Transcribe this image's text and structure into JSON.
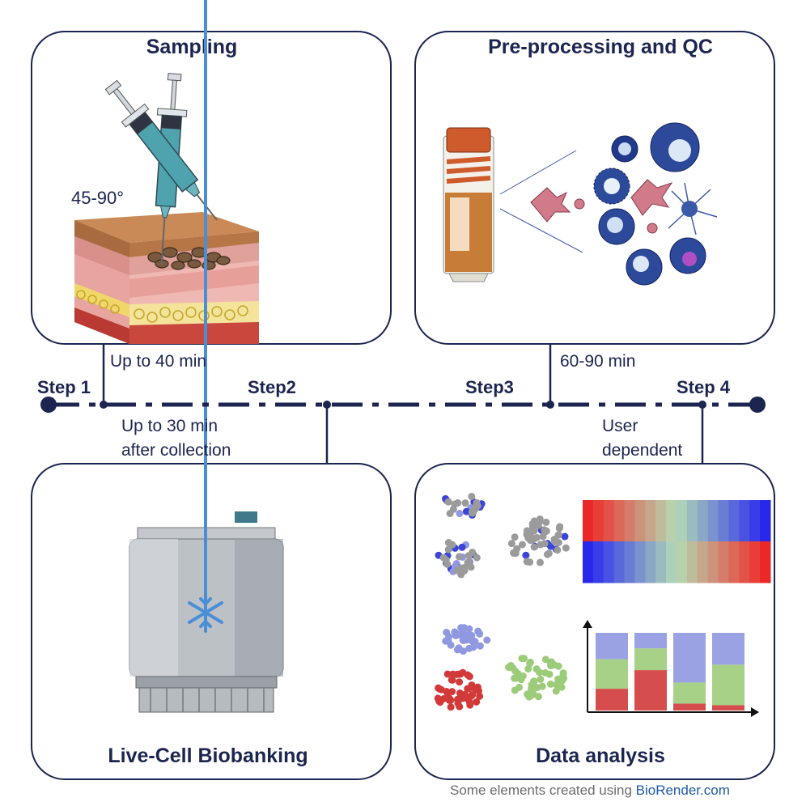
{
  "panels": {
    "sampling": {
      "title": "Sampling",
      "angle_label": "45-90°"
    },
    "preprocessing": {
      "title": "Pre-processing and QC"
    },
    "biobanking": {
      "title": "Live-Cell Biobanking"
    },
    "analysis": {
      "title": "Data analysis"
    }
  },
  "timeline": {
    "steps": [
      "Step 1",
      "Step2",
      "Step3",
      "Step 4"
    ],
    "durations": {
      "step1": "Up to 40 min",
      "step2_line1": "Up to 30 min",
      "step2_line2": "after collection",
      "step3": "60-90 min",
      "step4_line1": "User",
      "step4_line2": "dependent"
    }
  },
  "credit": {
    "prefix": "Some elements created using ",
    "brand": "BioRender.com"
  },
  "colors": {
    "navy": "#1b2550",
    "red": "#d23a3a",
    "blue": "#3a44d6",
    "green": "#9ccc7a",
    "lightblue": "#8f98e0",
    "grey": "#9b9b9b"
  }
}
